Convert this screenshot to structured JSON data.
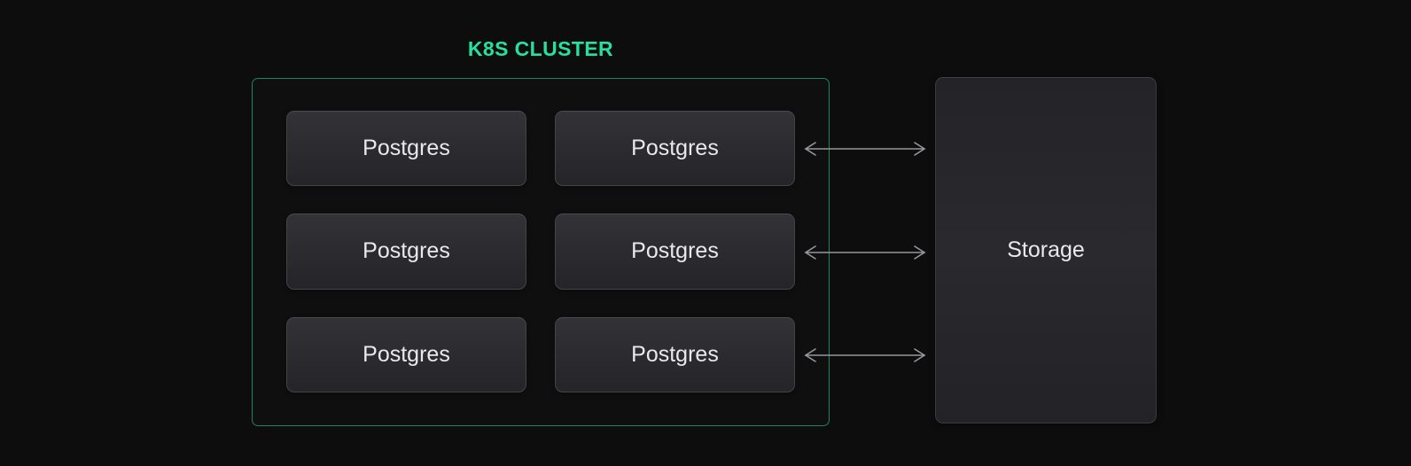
{
  "page": {
    "background": "#0d0d0e"
  },
  "diagram": {
    "cluster": {
      "title": "K8S CLUSTER",
      "title_color": "#27e0a0",
      "border_color": "#21825e",
      "nodes": [
        {
          "label": "Postgres"
        },
        {
          "label": "Postgres"
        },
        {
          "label": "Postgres"
        },
        {
          "label": "Postgres"
        },
        {
          "label": "Postgres"
        },
        {
          "label": "Postgres"
        }
      ]
    },
    "storage": {
      "label": "Storage"
    },
    "connections": [
      {
        "from": "Postgres (row 1)",
        "to": "Storage",
        "bidirectional": true
      },
      {
        "from": "Postgres (row 2)",
        "to": "Storage",
        "bidirectional": true
      },
      {
        "from": "Postgres (row 3)",
        "to": "Storage",
        "bidirectional": true
      }
    ],
    "colors": {
      "arrow": "#97979c",
      "node_text": "#e9e9ed"
    }
  }
}
